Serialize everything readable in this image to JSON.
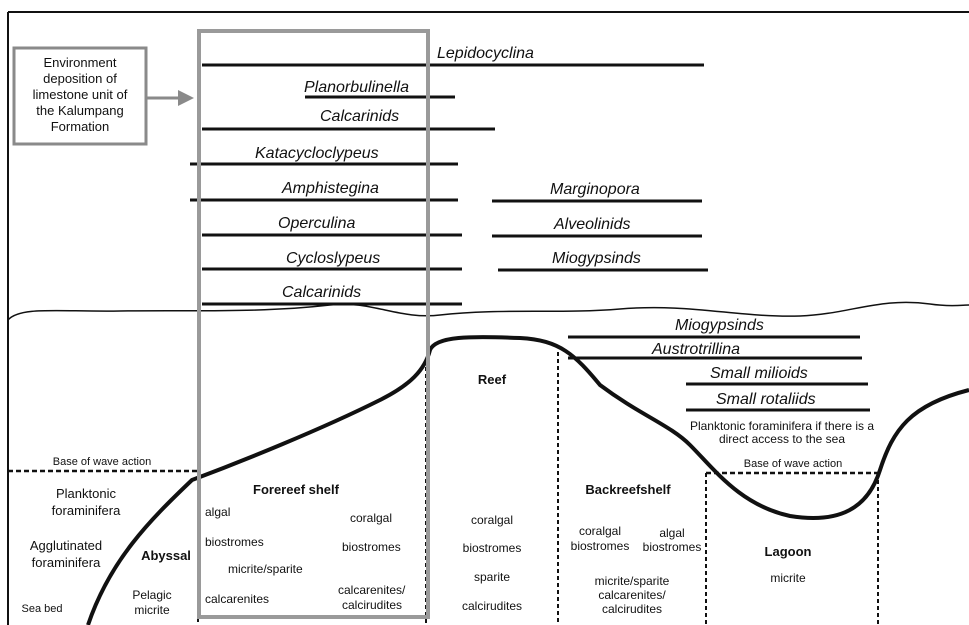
{
  "legend_box": {
    "lines": [
      "Environment",
      "deposition of",
      "limestone unit of",
      "the Kalumpang",
      "Formation"
    ]
  },
  "upper_taxa": {
    "lepidocyclina": "Lepidocyclina",
    "planorbulinella": "Planorbulinella",
    "calcarinids_top": "Calcarinids",
    "katacycloclypeus": "Katacycloclypeus",
    "amphistegina": "Amphistegina",
    "operculina": "Operculina",
    "cycloslypeus": "Cycloslypeus",
    "calcarinids_bottom": "Calcarinids",
    "marginopora": "Marginopora",
    "alveolinids": "Alveolinids",
    "miogypsinds_upper": "Miogypsinds"
  },
  "lagoon_taxa": {
    "miogypsinds": "Miogypsinds",
    "austrotrillina": "Austrotrillina",
    "small_milioids": "Small milioids",
    "small_rotaliids": "Small rotaliids",
    "note_line1": "Planktonic foraminifera if there is a",
    "note_line2": "direct access to the sea"
  },
  "zones": {
    "base_wave_left": "Base of wave action",
    "base_wave_right": "Base of wave action",
    "reef": "Reef",
    "forereef_shelf": "Forereef shelf",
    "backreefshelf": "Backreefshelf",
    "lagoon": "Lagoon",
    "abyssal": "Abyssal"
  },
  "sediments": {
    "basin": {
      "planktonic": [
        "Planktonic",
        "foraminifera"
      ],
      "agglutinated": [
        "Agglutinated",
        "foraminifera"
      ],
      "sea_bed": "Sea bed",
      "pelagic": [
        "Pelagic",
        "micrite"
      ]
    },
    "forereef": {
      "algal": "algal",
      "coralgal": "coralgal",
      "biostromes_left": "biostromes",
      "biostromes_right": "biostromes",
      "micrite_sparite": "micrite/sparite",
      "calcarenites": "calcarenites",
      "calcarenites_calcirudites": [
        "calcarenites/",
        "calcirudites"
      ]
    },
    "reef": {
      "coralgal": "coralgal",
      "biostromes": "biostromes",
      "sparite": "sparite",
      "calcirudites": "calcirudites"
    },
    "backreef": {
      "coralgal_biostromes": [
        "coralgal",
        "biostromes"
      ],
      "algal_biostromes": [
        "algal",
        "biostromes"
      ],
      "micrite_sparite": [
        "micrite/sparite",
        "calcarenites/",
        "calcirudites"
      ]
    },
    "lagoon": {
      "micrite": "micrite"
    }
  },
  "colors": {
    "frame": "#111111",
    "highlight_box": "#9a9a9a",
    "arrow": "#8a8a8a"
  }
}
